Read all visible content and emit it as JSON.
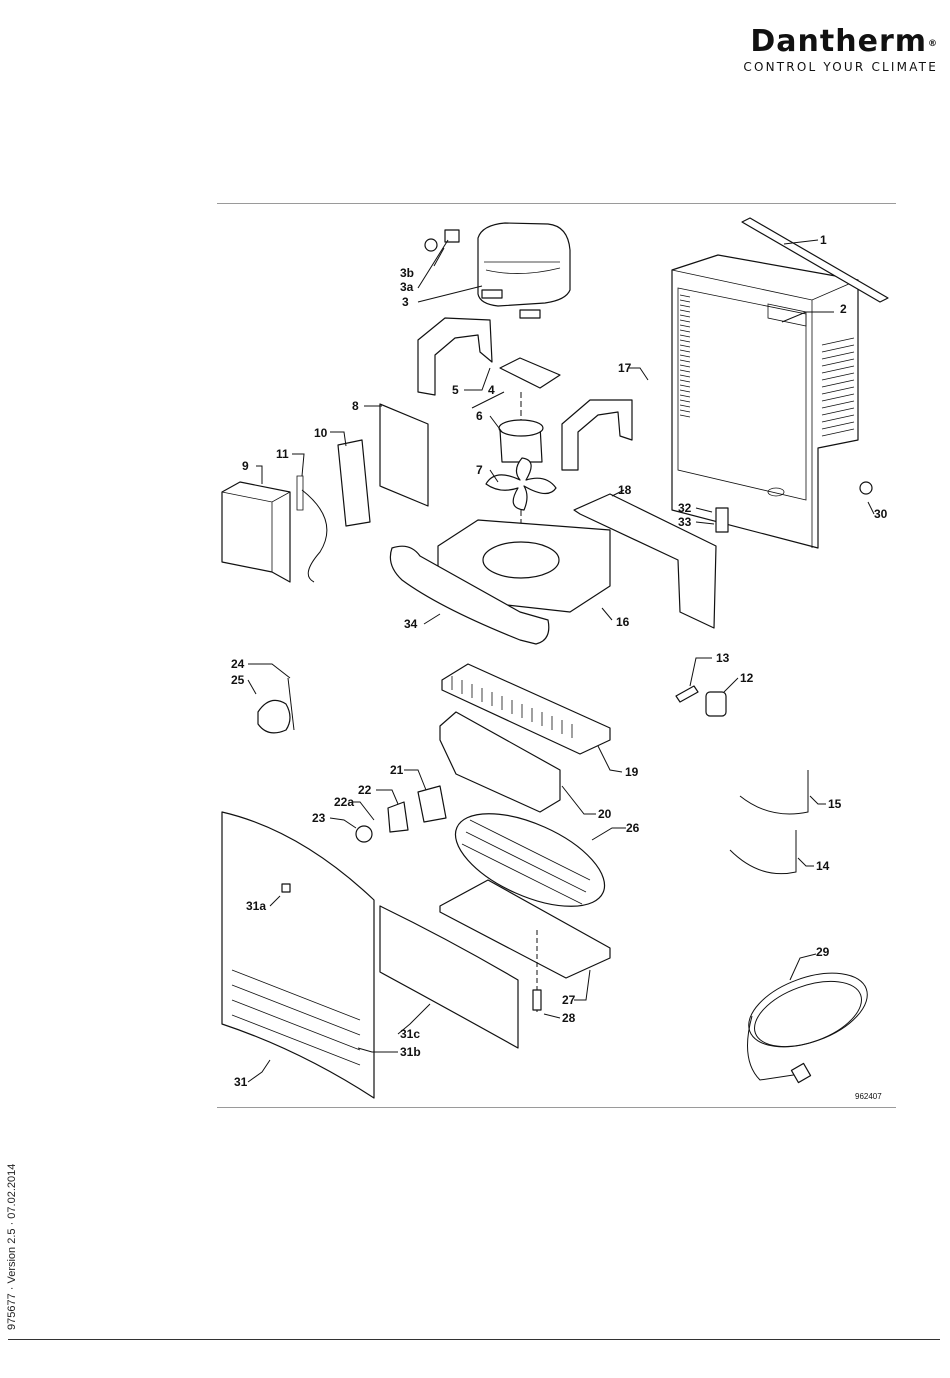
{
  "brand": {
    "name": "Dantherm",
    "registered_mark": "®",
    "tagline": "CONTROL YOUR CLIMATE"
  },
  "drawing": {
    "reference": "962407",
    "callouts": [
      "1",
      "2",
      "3",
      "3a",
      "3b",
      "4",
      "5",
      "6",
      "7",
      "8",
      "9",
      "10",
      "11",
      "12",
      "13",
      "14",
      "15",
      "16",
      "17",
      "18",
      "19",
      "20",
      "21",
      "22",
      "22a",
      "23",
      "24",
      "25",
      "26",
      "27",
      "28",
      "29",
      "30",
      "31",
      "31a",
      "31b",
      "31c",
      "32",
      "33",
      "34"
    ]
  },
  "footer": {
    "doc_info": "975677 · Version 2.5 · 07.02.2014"
  }
}
